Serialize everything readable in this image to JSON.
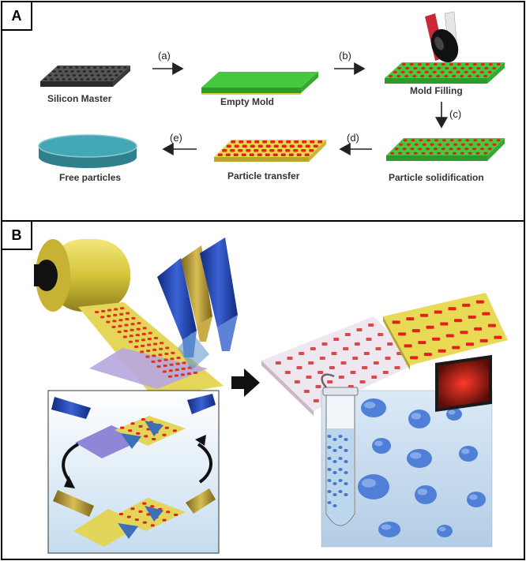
{
  "panels": {
    "a": {
      "label": "A"
    },
    "b": {
      "label": "B"
    }
  },
  "process": {
    "stages": [
      {
        "id": "silicon-master",
        "caption": "Silicon Master"
      },
      {
        "id": "empty-mold",
        "caption": "Empty Mold"
      },
      {
        "id": "mold-filling",
        "caption": "Mold Filling"
      },
      {
        "id": "particle-solidification",
        "caption": "Particle solidification"
      },
      {
        "id": "particle-transfer",
        "caption": "Particle transfer"
      },
      {
        "id": "free-particles",
        "caption": "Free particles"
      }
    ],
    "steps": [
      "(a)",
      "(b)",
      "(c)",
      "(d)",
      "(e)"
    ]
  },
  "colors": {
    "mold_green": "#3fc53a",
    "particle_red": "#e0221b",
    "master_gray": "#4a4a4a",
    "film_yellow": "#e8d84a",
    "roller_yellow": "#d8c73a",
    "nozzle_blue": "#1f3fa8",
    "nozzle_gold": "#b89a32",
    "particle_blue": "#4f7fd6",
    "solution_teal": "#3a98a6"
  }
}
